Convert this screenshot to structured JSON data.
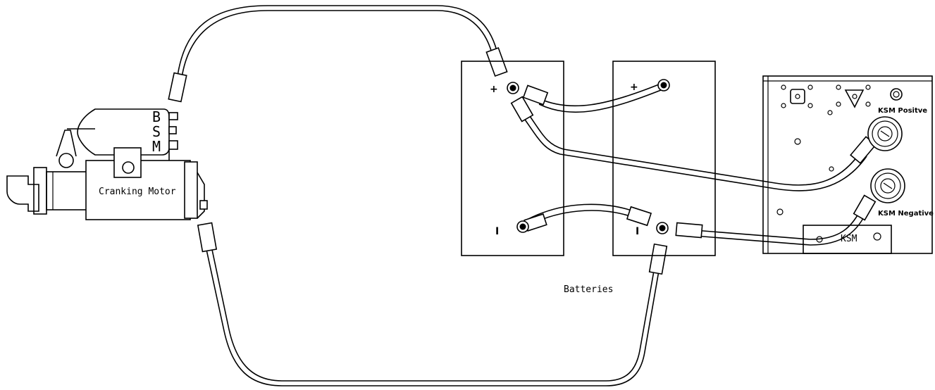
{
  "labels": {
    "cranking_motor": "Cranking Motor",
    "b_terminal": "B",
    "s_terminal": "S",
    "m_terminal": "M",
    "batteries": "Batteries",
    "ksm_positive": "KSM Positve",
    "ksm_negative": "KSM Negative",
    "ksm": "KSM",
    "plus_left": "+",
    "plus_right": "+",
    "minus_left": "I",
    "minus_right": "I"
  }
}
